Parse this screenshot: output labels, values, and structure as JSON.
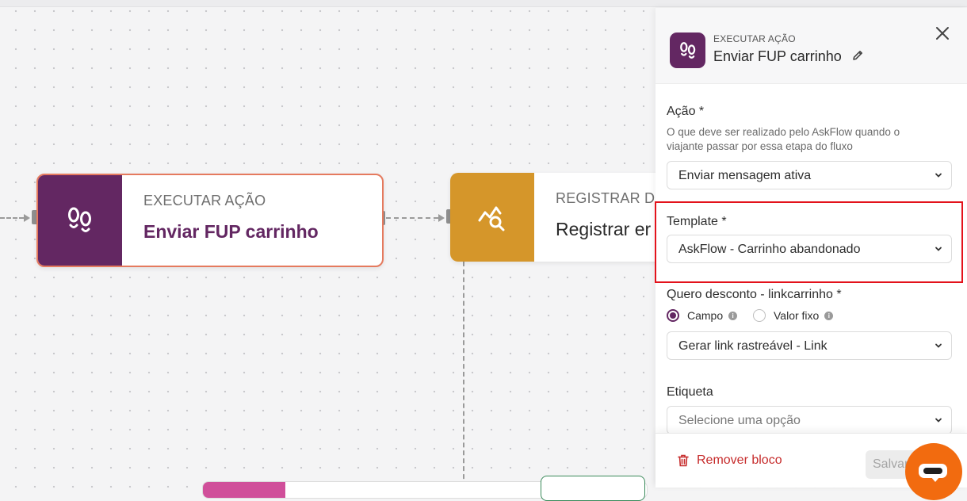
{
  "canvas": {
    "node_action": {
      "kicker": "EXECUTAR AÇÃO",
      "title": "Enviar FUP carrinho",
      "icon": "footsteps-icon",
      "color": "#632762"
    },
    "node_register": {
      "kicker": "REGISTRAR D",
      "title": "Registrar er",
      "icon": "chart-search-icon",
      "color": "#d5962a"
    }
  },
  "panel": {
    "header": {
      "kicker": "EXECUTAR AÇÃO",
      "title": "Enviar FUP carrinho",
      "icon": "footsteps-icon"
    },
    "acao": {
      "label": "Ação *",
      "help": "O que deve ser realizado pelo AskFlow quando o viajante passar por essa etapa do fluxo",
      "value": "Enviar mensagem ativa"
    },
    "template": {
      "label": "Template *",
      "value": "AskFlow - Carrinho abandonado"
    },
    "desconto": {
      "label": "Quero desconto - linkcarrinho *",
      "options": [
        {
          "label": "Campo",
          "selected": true
        },
        {
          "label": "Valor fixo",
          "selected": false
        }
      ],
      "value": "Gerar link rastreável - Link"
    },
    "etiqueta": {
      "label": "Etiqueta",
      "placeholder": "Selecione uma opção"
    },
    "footer": {
      "remove_label": "Remover bloco",
      "save_label": "Salvar"
    }
  },
  "colors": {
    "brand": "#632762",
    "danger": "#c62b2b",
    "highlight": "#e3121b",
    "chat": "#f26b0f"
  }
}
